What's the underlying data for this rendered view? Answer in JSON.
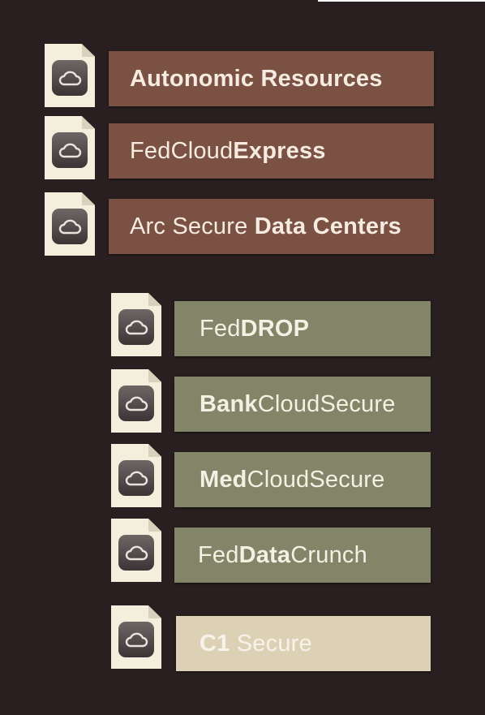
{
  "colors": {
    "background": "#2a1f20",
    "brown_bar": "#7a5143",
    "olive_bar": "#838568",
    "cream_bar": "#dcd1b4",
    "document": "#f4efdc"
  },
  "icon": "cloud-document-icon",
  "items": [
    {
      "parts": [
        {
          "text": "Autonomic Resources",
          "bold": true
        }
      ]
    },
    {
      "parts": [
        {
          "text": "FedCloud",
          "bold": false
        },
        {
          "text": "Express",
          "bold": true
        }
      ]
    },
    {
      "parts": [
        {
          "text": "Arc Secure ",
          "bold": false
        },
        {
          "text": "Data Centers",
          "bold": true
        }
      ]
    },
    {
      "parts": [
        {
          "text": "Fed",
          "bold": false
        },
        {
          "text": "DROP",
          "bold": true
        }
      ]
    },
    {
      "parts": [
        {
          "text": "Bank",
          "bold": true
        },
        {
          "text": "CloudSecure",
          "bold": false
        }
      ]
    },
    {
      "parts": [
        {
          "text": "Med",
          "bold": true
        },
        {
          "text": "CloudSecure",
          "bold": false
        }
      ]
    },
    {
      "parts": [
        {
          "text": "Fed",
          "bold": false
        },
        {
          "text": "Data",
          "bold": true
        },
        {
          "text": "Crunch",
          "bold": false
        }
      ]
    },
    {
      "parts": [
        {
          "text": "C1",
          "bold": true
        },
        {
          "text": " Secure",
          "bold": false
        }
      ]
    }
  ]
}
